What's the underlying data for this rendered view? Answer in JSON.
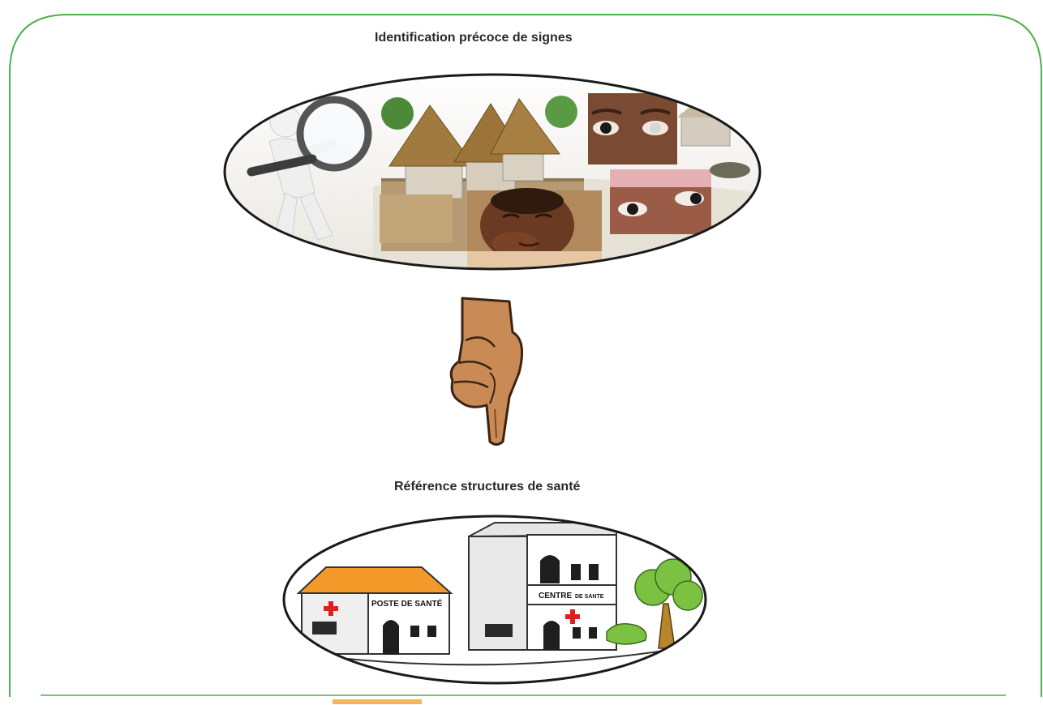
{
  "header": {
    "title": "Identification précoce de signes"
  },
  "section2": {
    "title": "Référence structures de santé"
  },
  "labels": {
    "poste": "POSTE DE SANTÉ",
    "centre_a": "CENTRE",
    "centre_b": "DE SANTE"
  },
  "colors": {
    "frame": "#4caf50",
    "roof_orange": "#f39a2b",
    "red_cross": "#e02020",
    "tree_green": "#7cc242",
    "trunk": "#b5862c",
    "skin": "#c98a55"
  }
}
